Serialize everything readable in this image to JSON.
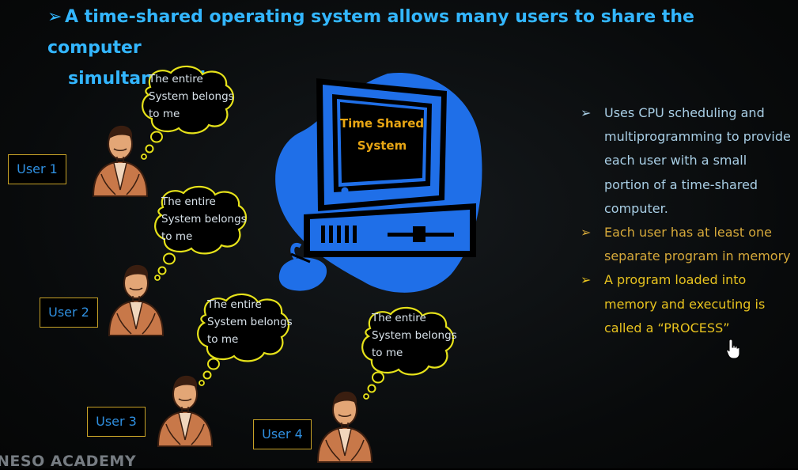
{
  "headline": {
    "line1": "A time-shared operating system allows many users to share the computer",
    "line2": "simultaneously.",
    "bullet_icon": "arrowhead-bullet-icon"
  },
  "computer": {
    "icon": "computer-icon",
    "screen_line1": "Time Shared",
    "screen_line2": "System",
    "color": "#1f6fe8"
  },
  "users": [
    {
      "label": "User 1",
      "thought": {
        "l1": "The entire",
        "l2": "System belongs",
        "l3": "to me"
      }
    },
    {
      "label": "User 2",
      "thought": {
        "l1": "The entire",
        "l2": "System belongs",
        "l3": "to me"
      }
    },
    {
      "label": "User 3",
      "thought": {
        "l1": "The entire",
        "l2": "System belongs",
        "l3": "to me"
      }
    },
    {
      "label": "User 4",
      "thought": {
        "l1": "The entire",
        "l2": "System belongs",
        "l3": "to me"
      }
    }
  ],
  "bullets": [
    {
      "text": "Uses CPU scheduling and multiprogramming to provide each user with a small portion of a time-shared computer.",
      "color": "#a9cfe6"
    },
    {
      "text": "Each user has at least one separate program in memory",
      "color": "#d6a93a"
    },
    {
      "text": "A program loaded into memory and executing is called a “PROCESS”",
      "color": "#e8c31f"
    }
  ],
  "watermark": "NESO ACADEMY",
  "colors": {
    "accent_blue": "#33b6ff",
    "box_border": "#c7a227",
    "cloud_outline": "#e6e21a"
  }
}
